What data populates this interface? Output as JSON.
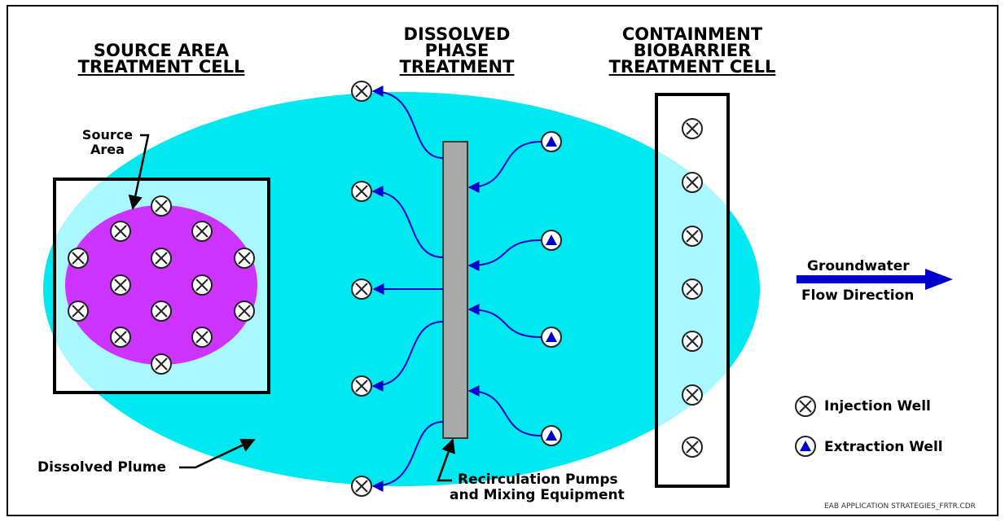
{
  "titles": {
    "source_area": {
      "line1": "SOURCE AREA",
      "line2": "TREATMENT CELL"
    },
    "dissolved_phase": {
      "line1": "DISSOLVED",
      "line2": "PHASE",
      "line3": "TREATMENT"
    },
    "containment": {
      "line1": "CONTAINMENT",
      "line2": "BIOBARRIER",
      "line3": "TREATMENT CELL"
    }
  },
  "labels": {
    "source_area_1": "Source",
    "source_area_2": "Area",
    "dissolved_plume": "Dissolved Plume",
    "recirc_1": "Recirculation Pumps",
    "recirc_2": "and Mixing Equipment",
    "flow_1": "Groundwater",
    "flow_2": "Flow Direction"
  },
  "legend": {
    "injection_well": "Injection Well",
    "extraction_well": "Extraction Well"
  },
  "credit": "EAB APPLICATION STRATEGIES_FRTR.CDR",
  "colors": {
    "plume": "#00e8f0",
    "plume_light": "#aaf8ff",
    "source_area": "#cc33ff",
    "arrow": "#0000cc",
    "pump_bar": "#aaaaaa",
    "well_fill": "#ffffff",
    "extraction_triangle": "#0000cc"
  },
  "icons": {
    "injection": "injection-well-icon",
    "extraction": "extraction-well-icon"
  }
}
